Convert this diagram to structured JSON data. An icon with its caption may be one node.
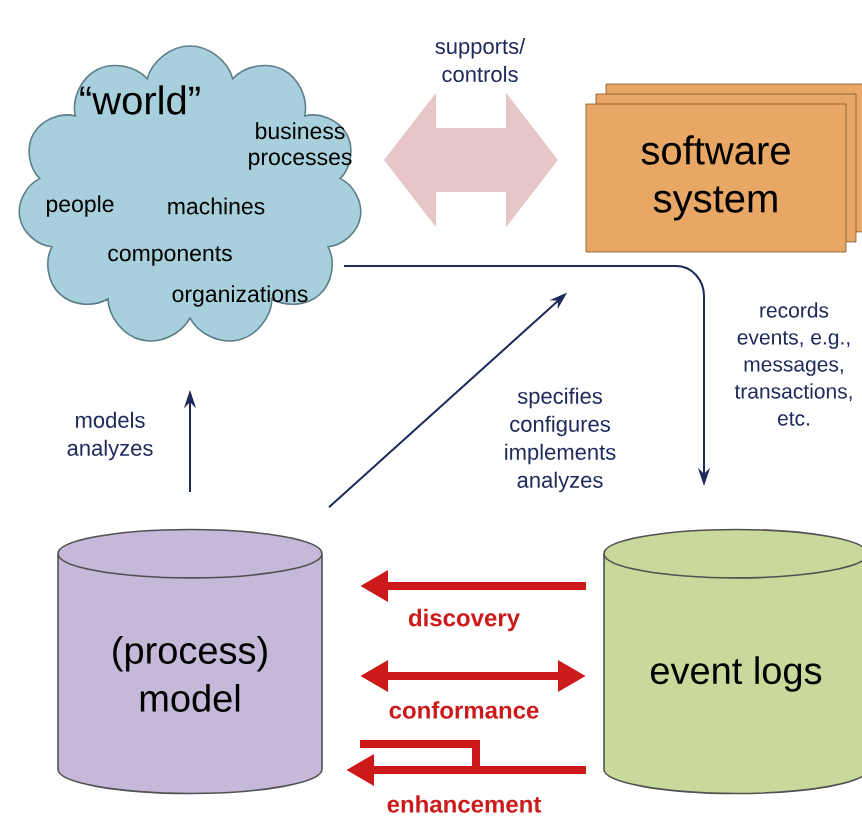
{
  "diagram": {
    "nodes": [
      {
        "text": [
          "“world”",
          "business processes",
          "people",
          "machines",
          "components",
          "organizations"
        ]
      },
      {
        "text": [
          "software system"
        ]
      },
      {
        "text": [
          "(process) model"
        ]
      },
      {
        "text": [
          "event logs"
        ]
      }
    ],
    "edges": [
      {
        "from": 0,
        "to": 1,
        "arrow": "both",
        "label": "supports/ controls",
        "style": "thick",
        "color": "#e6c6c6"
      },
      {
        "from": 2,
        "to": 0,
        "arrow": "to",
        "label": "models analyzes"
      },
      {
        "from": 2,
        "to": 1,
        "arrow": "to",
        "label": "specifies configures implements analyzes"
      },
      {
        "from": 0,
        "to": 3,
        "arrow": "to",
        "label": "records events, e.g., messages, transactions, etc."
      },
      {
        "from": 3,
        "to": 2,
        "arrow": "to",
        "label": "discovery",
        "color": "#cc1a1a"
      },
      {
        "from": 2,
        "to": 3,
        "arrow": "both",
        "label": "conformance",
        "color": "#cc1a1a"
      },
      {
        "from": 3,
        "to": 2,
        "arrow": "to",
        "label": "enhancement",
        "color": "#cc1a1a"
      }
    ]
  }
}
